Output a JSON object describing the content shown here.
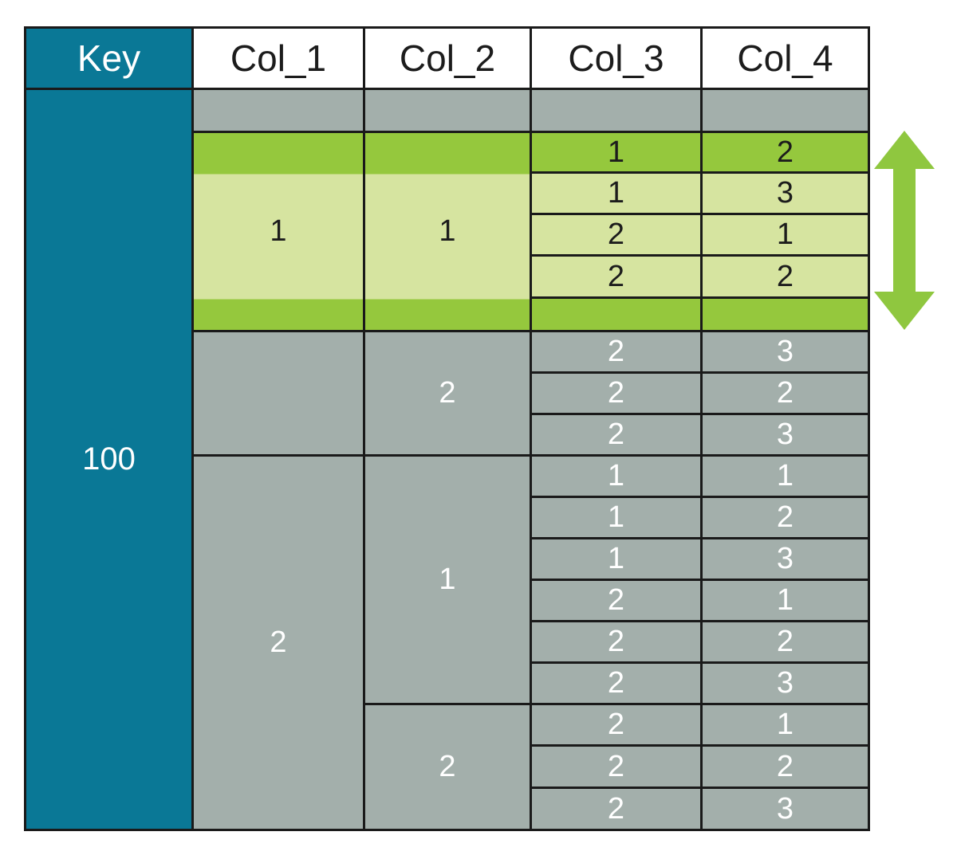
{
  "diagram": {
    "headers": [
      "Key",
      "Col_1",
      "Col_2",
      "Col_3",
      "Col_4"
    ],
    "key_value": "100",
    "col1_groups": {
      "green": "1",
      "gray_empty": "",
      "gray": "2"
    },
    "col2_groups": {
      "green": "1",
      "grayA": "2",
      "grayB": "1",
      "grayC": "2"
    },
    "green_rows": [
      {
        "c3": "1",
        "c4": "2"
      },
      {
        "c3": "1",
        "c4": "3"
      },
      {
        "c3": "2",
        "c4": "1"
      },
      {
        "c3": "2",
        "c4": "2"
      },
      {
        "c3": "",
        "c4": ""
      }
    ],
    "gray_rows_a": [
      {
        "c3": "2",
        "c4": "3"
      },
      {
        "c3": "2",
        "c4": "2"
      },
      {
        "c3": "2",
        "c4": "3"
      }
    ],
    "gray_rows_b": [
      {
        "c3": "1",
        "c4": "1"
      },
      {
        "c3": "1",
        "c4": "2"
      },
      {
        "c3": "1",
        "c4": "3"
      },
      {
        "c3": "2",
        "c4": "1"
      },
      {
        "c3": "2",
        "c4": "2"
      },
      {
        "c3": "2",
        "c4": "3"
      }
    ],
    "gray_rows_c": [
      {
        "c3": "2",
        "c4": "1"
      },
      {
        "c3": "2",
        "c4": "2"
      },
      {
        "c3": "2",
        "c4": "3"
      }
    ]
  },
  "icons": {
    "range_arrow": "vertical-double-headed-arrow"
  },
  "colors": {
    "teal": "#0A7896",
    "green_dark": "#95C83D",
    "green_light": "#D6E4A0",
    "gray": "#A3AFAB",
    "arrow": "#8FC73F",
    "border": "#1a1a1a"
  }
}
